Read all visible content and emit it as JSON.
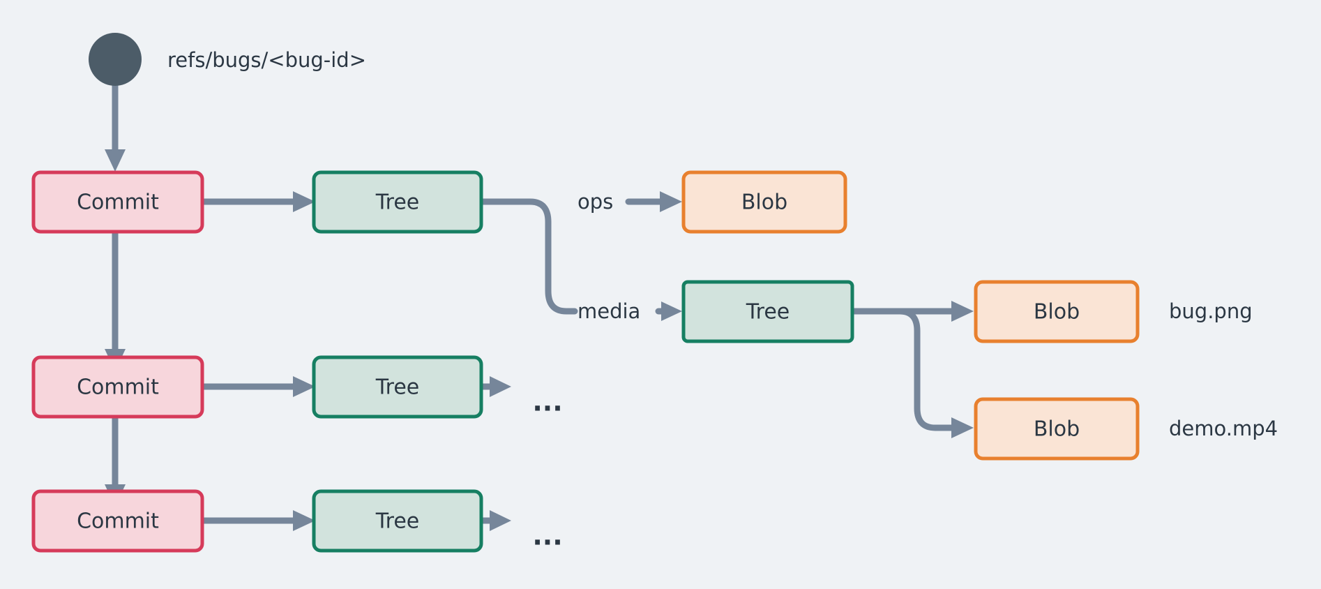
{
  "diagram": {
    "title_label": "refs/bugs/<bug-id>",
    "background_color": "#eff2f5",
    "edge_color": "#76869a",
    "text_color": "#2b3743",
    "ref_node": {
      "name": "refs-pointer",
      "shape": "circle",
      "color": "#4c5c68"
    },
    "node_types": {
      "commit": {
        "label": "Commit",
        "fill": "#f7d6dc",
        "stroke": "#d63b5a"
      },
      "tree": {
        "label": "Tree",
        "fill": "#d2e3dd",
        "stroke": "#167f62"
      },
      "blob": {
        "label": "Blob",
        "fill": "#fae4d5",
        "stroke": "#e8802e"
      }
    },
    "nodes": [
      {
        "id": "commit1",
        "type": "commit",
        "label": "Commit"
      },
      {
        "id": "commit2",
        "type": "commit",
        "label": "Commit"
      },
      {
        "id": "commit3",
        "type": "commit",
        "label": "Commit"
      },
      {
        "id": "tree1",
        "type": "tree",
        "label": "Tree"
      },
      {
        "id": "tree2",
        "type": "tree",
        "label": "Tree"
      },
      {
        "id": "tree3",
        "type": "tree",
        "label": "Tree"
      },
      {
        "id": "treeMedia",
        "type": "tree",
        "label": "Tree"
      },
      {
        "id": "blobOps",
        "type": "blob",
        "label": "Blob"
      },
      {
        "id": "blobPng",
        "type": "blob",
        "label": "Blob"
      },
      {
        "id": "blobMp4",
        "type": "blob",
        "label": "Blob"
      }
    ],
    "edge_labels": {
      "ops": "ops",
      "media": "media"
    },
    "side_labels": {
      "bug_png": "bug.png",
      "demo_mp4": "demo.mp4"
    },
    "ellipsis": {
      "row2": "...",
      "row3": "..."
    }
  }
}
